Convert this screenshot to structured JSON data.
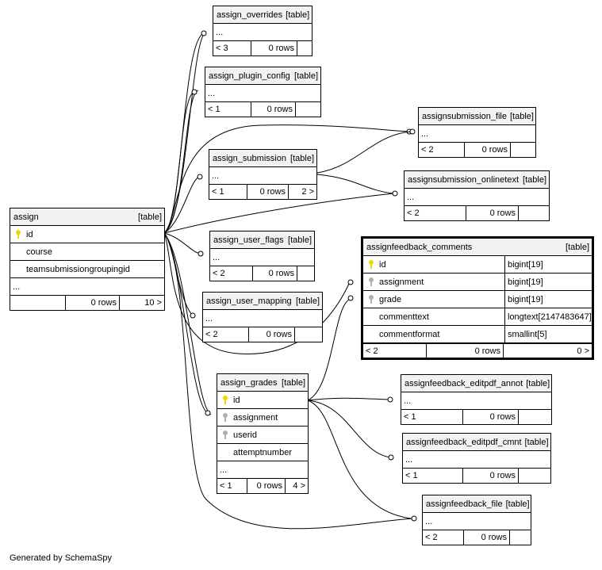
{
  "tag": "[table]",
  "dots": "...",
  "footer": "Generated by SchemaSpy",
  "tables": {
    "assign": {
      "name": "assign",
      "columns": [
        {
          "name": "id",
          "key": "primary"
        },
        {
          "name": "course",
          "key": ""
        },
        {
          "name": "teamsubmissiongroupingid",
          "key": ""
        }
      ],
      "parents": "",
      "rows": "0 rows",
      "children": "10 >"
    },
    "assign_overrides": {
      "name": "assign_overrides",
      "parents": "< 3",
      "rows": "0 rows",
      "children": ""
    },
    "assign_plugin_config": {
      "name": "assign_plugin_config",
      "parents": "< 1",
      "rows": "0 rows",
      "children": ""
    },
    "assignsubmission_file": {
      "name": "assignsubmission_file",
      "parents": "< 2",
      "rows": "0 rows",
      "children": ""
    },
    "assign_submission": {
      "name": "assign_submission",
      "parents": "< 1",
      "rows": "0 rows",
      "children": "2 >"
    },
    "assignsubmission_onlinetext": {
      "name": "assignsubmission_onlinetext",
      "parents": "< 2",
      "rows": "0 rows",
      "children": ""
    },
    "assign_user_flags": {
      "name": "assign_user_flags",
      "parents": "< 2",
      "rows": "0 rows",
      "children": ""
    },
    "assignfeedback_comments": {
      "name": "assignfeedback_comments",
      "columns": [
        {
          "name": "id",
          "type": "bigint[19]",
          "key": "primary"
        },
        {
          "name": "assignment",
          "type": "bigint[19]",
          "key": "foreign"
        },
        {
          "name": "grade",
          "type": "bigint[19]",
          "key": "foreign"
        },
        {
          "name": "commenttext",
          "type": "longtext[2147483647]",
          "key": ""
        },
        {
          "name": "commentformat",
          "type": "smallint[5]",
          "key": ""
        }
      ],
      "parents": "< 2",
      "rows": "0 rows",
      "children": "0 >"
    },
    "assign_user_mapping": {
      "name": "assign_user_mapping",
      "parents": "< 2",
      "rows": "0 rows",
      "children": ""
    },
    "assign_grades": {
      "name": "assign_grades",
      "columns": [
        {
          "name": "id",
          "key": "primary"
        },
        {
          "name": "assignment",
          "key": "foreign"
        },
        {
          "name": "userid",
          "key": "foreign"
        },
        {
          "name": "attemptnumber",
          "key": ""
        }
      ],
      "parents": "< 1",
      "rows": "0 rows",
      "children": "4 >"
    },
    "assignfeedback_editpdf_annot": {
      "name": "assignfeedback_editpdf_annot",
      "parents": "< 1",
      "rows": "0 rows",
      "children": ""
    },
    "assignfeedback_editpdf_cmnt": {
      "name": "assignfeedback_editpdf_cmnt",
      "parents": "< 1",
      "rows": "0 rows",
      "children": ""
    },
    "assignfeedback_file": {
      "name": "assignfeedback_file",
      "parents": "< 2",
      "rows": "0 rows",
      "children": ""
    }
  },
  "colors": {
    "border": "#000000",
    "header_bg": "#f2f2f2",
    "primary_key": "#f2d600",
    "foreign_key": "#b0b0b0"
  }
}
